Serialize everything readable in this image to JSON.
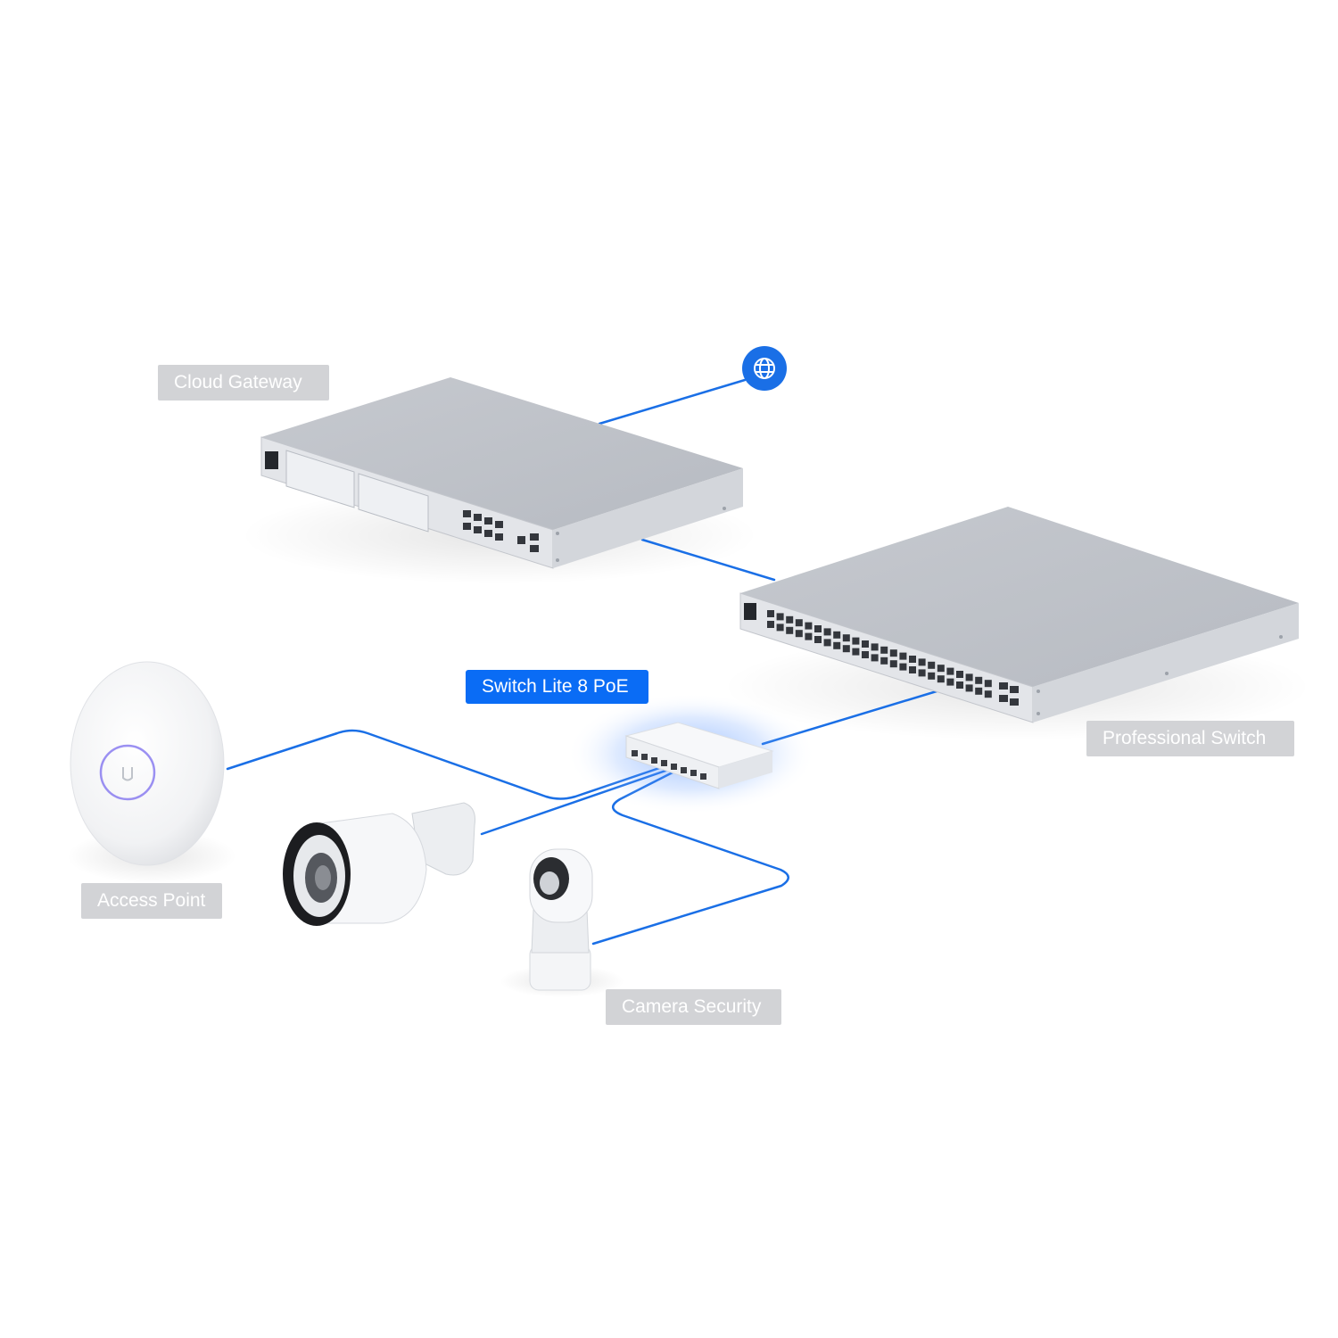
{
  "labels": {
    "cloud_gateway": "Cloud Gateway",
    "professional_switch": "Professional Switch",
    "switch_lite": "Switch Lite 8 PoE",
    "access_point": "Access Point",
    "camera_security": "Camera Security"
  },
  "icons": {
    "internet": "globe-icon"
  },
  "colors": {
    "connection_line": "#1a6fe6",
    "highlight_label": "#0a6cf5",
    "gray_label": "#d2d3d6",
    "device_body": "#c9ccd2"
  }
}
